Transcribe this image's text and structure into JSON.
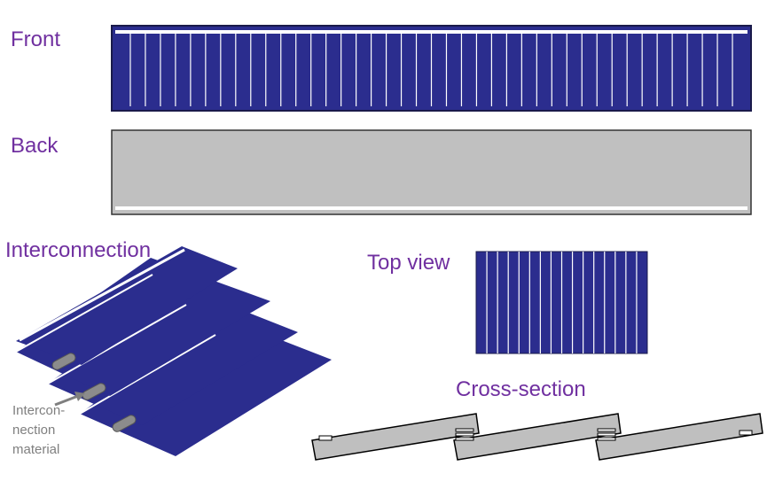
{
  "labels": {
    "front": "Front",
    "back": "Back",
    "interconnection": "Interconnection",
    "top_view": "Top view",
    "cross_section": "Cross-section",
    "material_note": [
      "Intercon-",
      "nection",
      "material"
    ]
  },
  "colors": {
    "cell_blue": "#2b2d8e",
    "finger_white": "#ffffff",
    "back_gray": "#c0c0c0",
    "frame_dark": "#1a1a4a",
    "label_purple": "#7030a0",
    "note_gray": "#7f7f7f",
    "section_gray": "#bfbfbf"
  },
  "front_fingers": 42,
  "top_view_fingers": 16
}
